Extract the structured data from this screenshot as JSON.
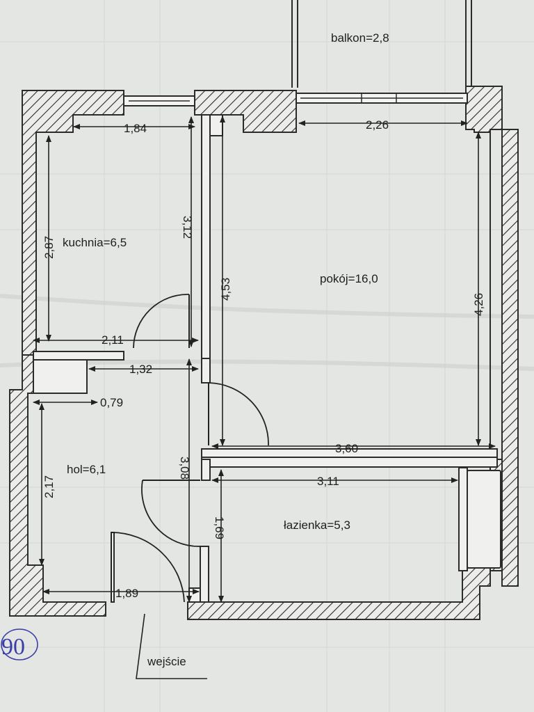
{
  "rooms": {
    "balkon": "balkon=2,8",
    "kuchnia": "kuchnia=6,5",
    "pokoj": "pokój=16,0",
    "hol": "hol=6,1",
    "lazienka": "łazienka=5,3"
  },
  "dimensions": {
    "kitchen_width_top": "1,84",
    "kitchen_height_left": "2,87",
    "kitchen_partition_height": "3,12",
    "kitchen_width_bottom": "2,11",
    "hall_top_width": "1,32",
    "hall_niche_width": "0,79",
    "hall_height_left": "2,17",
    "hall_height_right": "3,08",
    "hall_bottom_width": "1,89",
    "room_width_top": "2,26",
    "room_height_left": "4,53",
    "room_height_right": "4,26",
    "room_width_bottom": "3,60",
    "bath_width": "3,11",
    "bath_height": "1,69"
  },
  "entrance_label": "wejście",
  "pen_mark": "90",
  "colors": {
    "paper": "#e4e6e3",
    "ink": "#222222",
    "pen": "#3a3fa8"
  }
}
